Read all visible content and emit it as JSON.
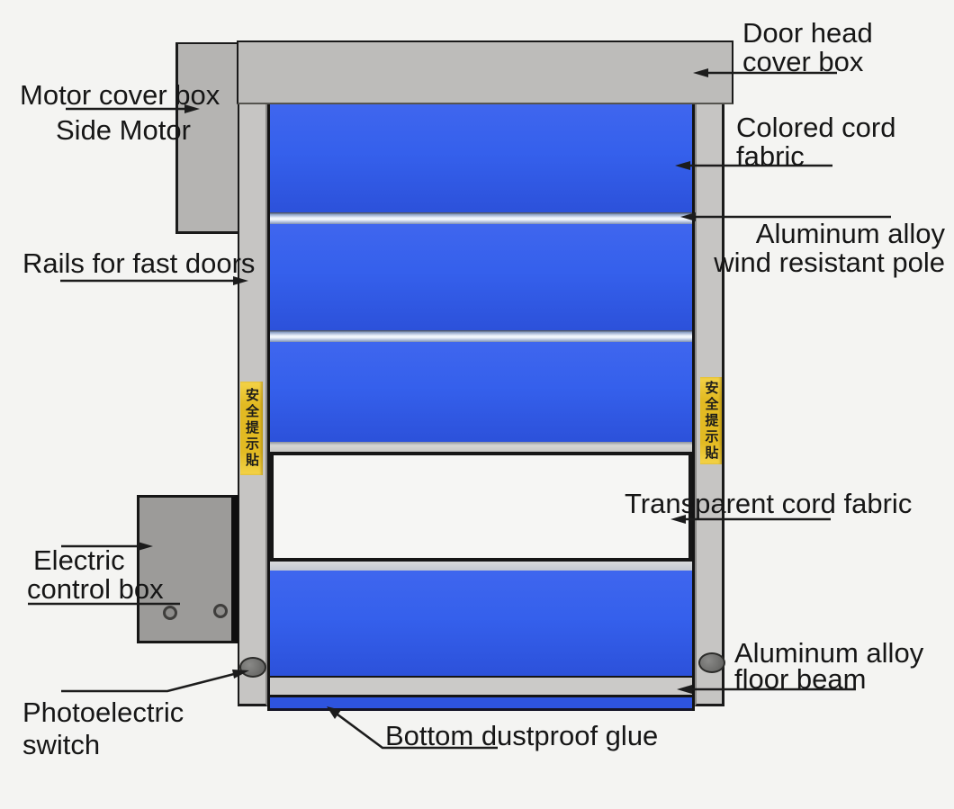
{
  "diagram": {
    "subject": "high-speed roll-up door parts diagram"
  },
  "labels": {
    "motor_cover_box": "Motor cover box",
    "side_motor": "Side Motor",
    "rails": "Rails for fast doors",
    "door_head": [
      "Door head",
      "cover box"
    ],
    "colored_cord": [
      "Colored cord",
      "fabric"
    ],
    "wind_pole": [
      "Aluminum alloy",
      "wind resistant pole"
    ],
    "transparent": "Transparent cord fabric",
    "electric": [
      "Electric",
      "control box"
    ],
    "floor_beam": [
      "Aluminum alloy",
      "floor beam"
    ],
    "photoelectric": [
      "Photoelectric",
      "switch"
    ],
    "bottom_glue": "Bottom dustproof glue",
    "safety_sticker": "安全提示貼"
  },
  "colors": {
    "background": "#f4f4f2",
    "fabric_blue": "#3560ec",
    "frame_gray": "#bdbcba",
    "rail_gray": "#c6c5c3",
    "control_box_gray": "#9c9b99",
    "sticker_yellow": "#e2ba22",
    "glue_blue": "#2e54de",
    "line_black": "#1c1c1c"
  }
}
